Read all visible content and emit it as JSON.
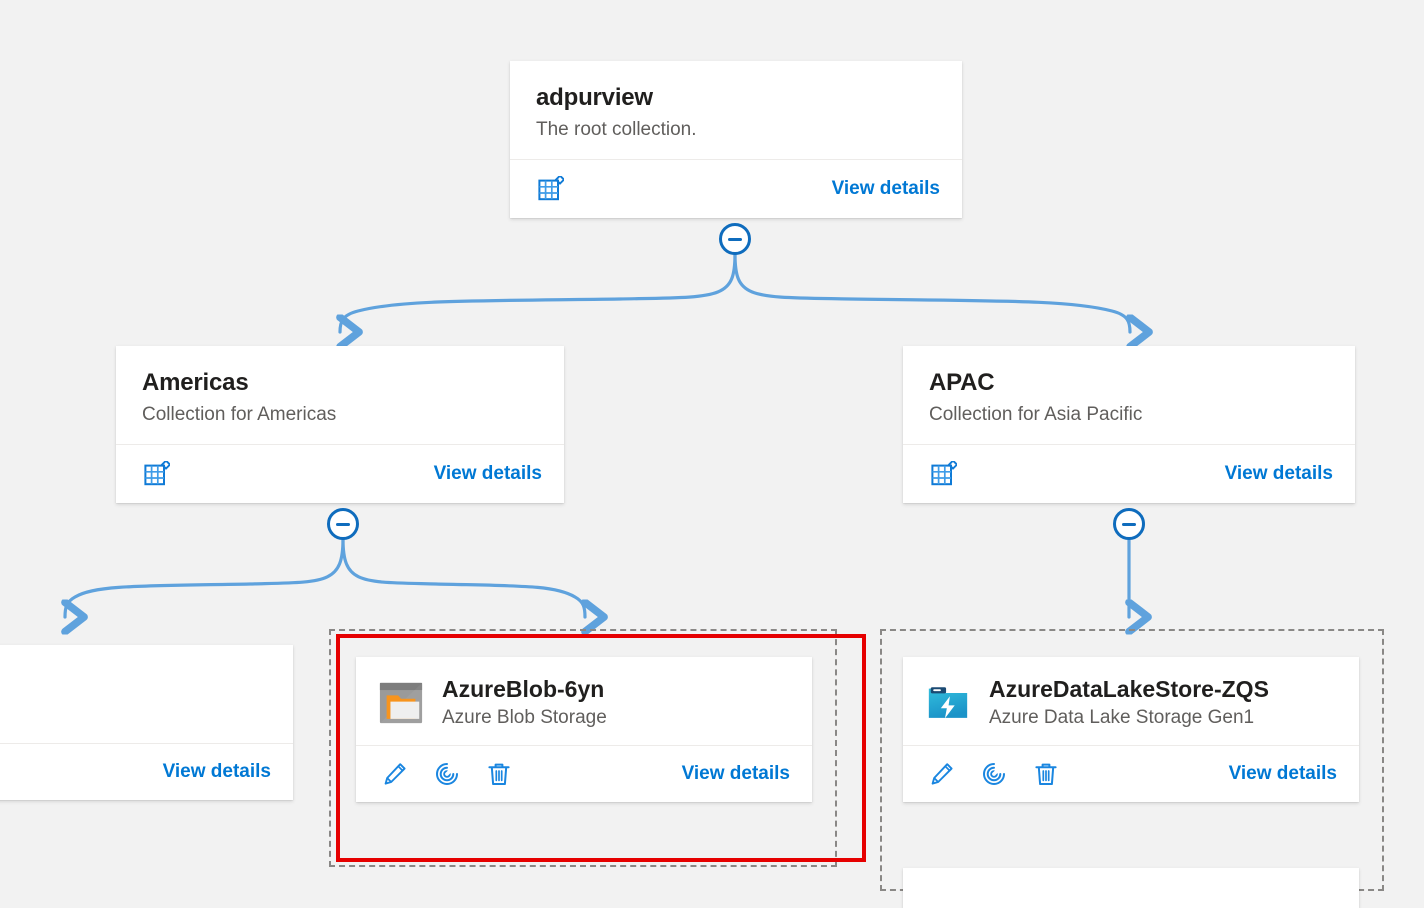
{
  "canvas": {
    "background_color": "#f2f2f2",
    "accent_color": "#0078d4",
    "highlight_color": "#e60000",
    "edge_color": "#5fa2dd"
  },
  "view_details_label": "View details",
  "collections": {
    "root": {
      "title": "adpurview",
      "description": "The root collection.",
      "new_collection_icon": "grid-new-collection-icon",
      "view_details": "View details"
    },
    "americas": {
      "title": "Americas",
      "description": "Collection for Americas",
      "new_collection_icon": "grid-new-collection-icon",
      "view_details": "View details"
    },
    "apac": {
      "title": "APAC",
      "description": "Collection for Asia Pacific",
      "new_collection_icon": "grid-new-collection-icon",
      "view_details": "View details"
    }
  },
  "assets": {
    "clipped_left": {
      "title": "",
      "description": "",
      "view_details": "View details"
    },
    "azure_blob": {
      "title": "AzureBlob-6yn",
      "description": "Azure Blob Storage",
      "icon": "azure-blob-storage-icon",
      "actions": [
        "edit-icon",
        "scan-icon",
        "delete-icon"
      ],
      "view_details": "View details",
      "highlighted": true
    },
    "azure_data_lake": {
      "title": "AzureDataLakeStore-ZQS",
      "description": "Azure Data Lake Storage Gen1",
      "icon": "azure-data-lake-storage-icon",
      "actions": [
        "edit-icon",
        "scan-icon",
        "delete-icon"
      ],
      "view_details": "View details",
      "highlighted": false
    }
  }
}
